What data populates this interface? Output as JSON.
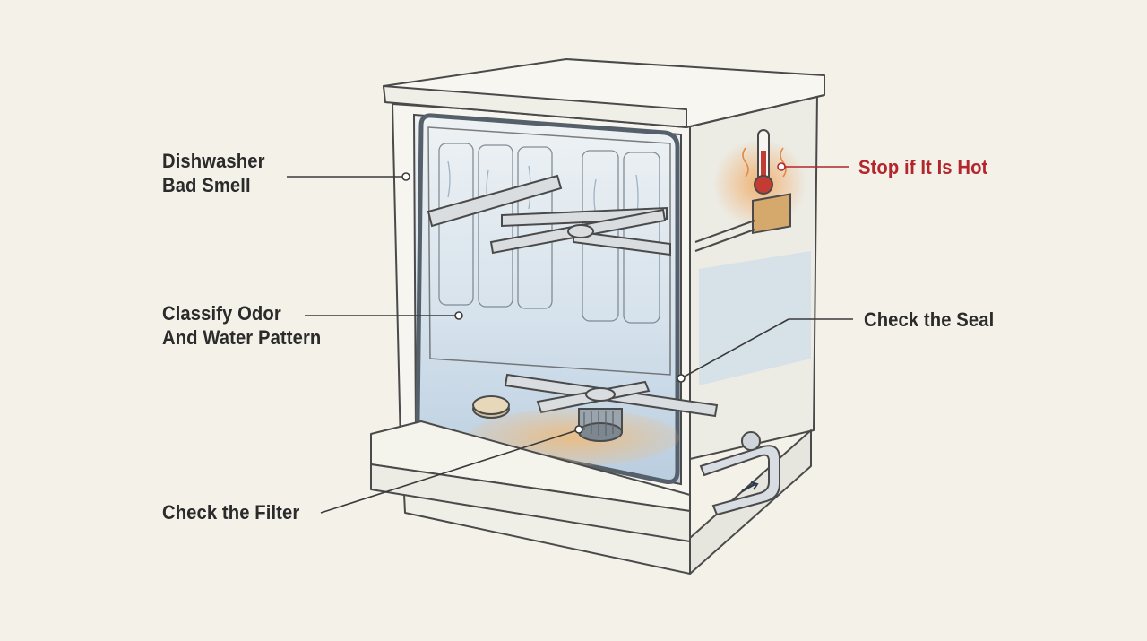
{
  "callouts": {
    "smell": {
      "line1": "Dishwasher",
      "line2": "Bad Smell"
    },
    "classify": {
      "line1": "Classify Odor",
      "line2": "And Water Pattern"
    },
    "filter": {
      "label": "Check the Filter"
    },
    "hot": {
      "label": "Stop if It Is Hot"
    },
    "seal": {
      "label": "Check the Seal"
    }
  },
  "colors": {
    "background": "#f3f1e8",
    "outline": "#4a4a4a",
    "warning_red": "#b3262d",
    "heat_orange": "#f0a860",
    "water_blue": "#b9cde0"
  }
}
